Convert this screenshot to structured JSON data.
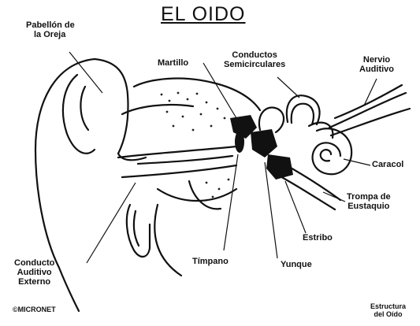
{
  "title": "EL OIDO",
  "labels": {
    "pabellon": [
      "Pabellón de",
      "la Oreja"
    ],
    "martillo": "Martillo",
    "conductos": [
      "Conductos",
      "Semicirculares"
    ],
    "nervio": [
      "Nervio",
      "Auditivo"
    ],
    "caracol": "Caracol",
    "trompa": [
      "Trompa de",
      "Eustaquio"
    ],
    "estribo": "Estribo",
    "yunque": "Yunque",
    "timpano": "Tímpano",
    "conducto": [
      "Conducto",
      "Auditivo",
      "Externo"
    ],
    "credit": "©MICRONET",
    "caption": [
      "Estructura",
      "del Oído"
    ]
  }
}
